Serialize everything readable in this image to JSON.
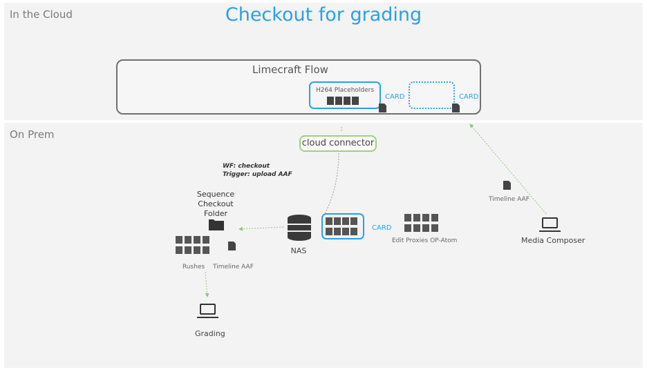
{
  "header": {
    "title": "Checkout for grading"
  },
  "zones": {
    "cloud": "In the Cloud",
    "on_prem": "On Prem"
  },
  "flow": {
    "title": "Limecraft Flow",
    "placeholders_label": "H264 Placeholders",
    "card_label_1": "CARD",
    "card_label_2": "CARD"
  },
  "connector": {
    "label": "cloud connector"
  },
  "workflow": {
    "line1": "WF: checkout",
    "line2": "Trigger: upload AAF"
  },
  "sequence_folder": {
    "label": "Sequence Checkout Folder"
  },
  "nas": {
    "label": "NAS",
    "card_label": "CARD"
  },
  "proxies": {
    "label": "Edit Proxies OP-Atom"
  },
  "rushes": {
    "label": "Rushes",
    "timeline_label": "Timeline AAF"
  },
  "grading": {
    "label": "Grading"
  },
  "media_composer": {
    "label": "Media Composer",
    "timeline_label": "Timeline AAF"
  },
  "colors": {
    "accent": "#2aa0e6",
    "connector_border": "#9fd07c",
    "arrow": "#8dc77a",
    "zone_bg": "#f3f3f3"
  }
}
